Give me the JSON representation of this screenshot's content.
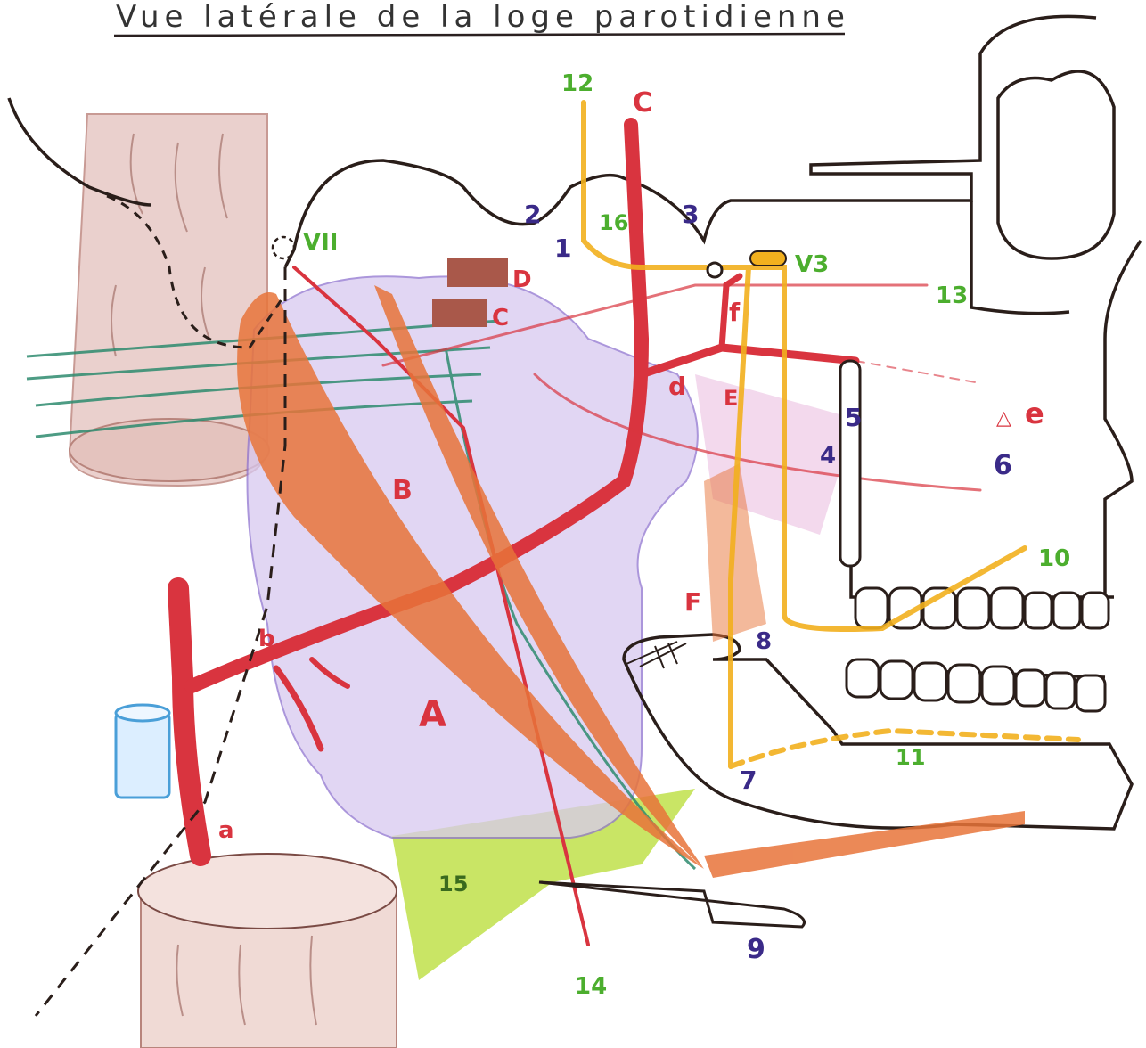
{
  "title": "Vue latérale de la loge parotidienne",
  "colors": {
    "artery": "#d9343f",
    "muscle": "#e8743a",
    "nerve": "#f2b01e",
    "gland": "#c9b8ea",
    "vein": "#2e8b6f",
    "green_label": "#4cae2e",
    "purple_label": "#3a2a88",
    "red_label": "#d9343f",
    "skin_block": "#e9c4c0",
    "hyoid_zone": "#b6dc3c",
    "ink": "#2a2020"
  },
  "labels": {
    "A": "A",
    "B": "B",
    "C_upper": "C",
    "C_small": "C",
    "D": "D",
    "E": "E",
    "F": "F",
    "a": "a",
    "b": "b",
    "d": "d",
    "e": "e",
    "f": "f",
    "n1": "1",
    "n2": "2",
    "n3": "3",
    "n4": "4",
    "n5": "5",
    "n6": "6",
    "n7": "7",
    "n8": "8",
    "n9": "9",
    "n10": "10",
    "n11": "11",
    "n12": "12",
    "n13": "13",
    "n14": "14",
    "n15": "15",
    "n16": "16",
    "VII": "VII",
    "V3": "V3"
  }
}
